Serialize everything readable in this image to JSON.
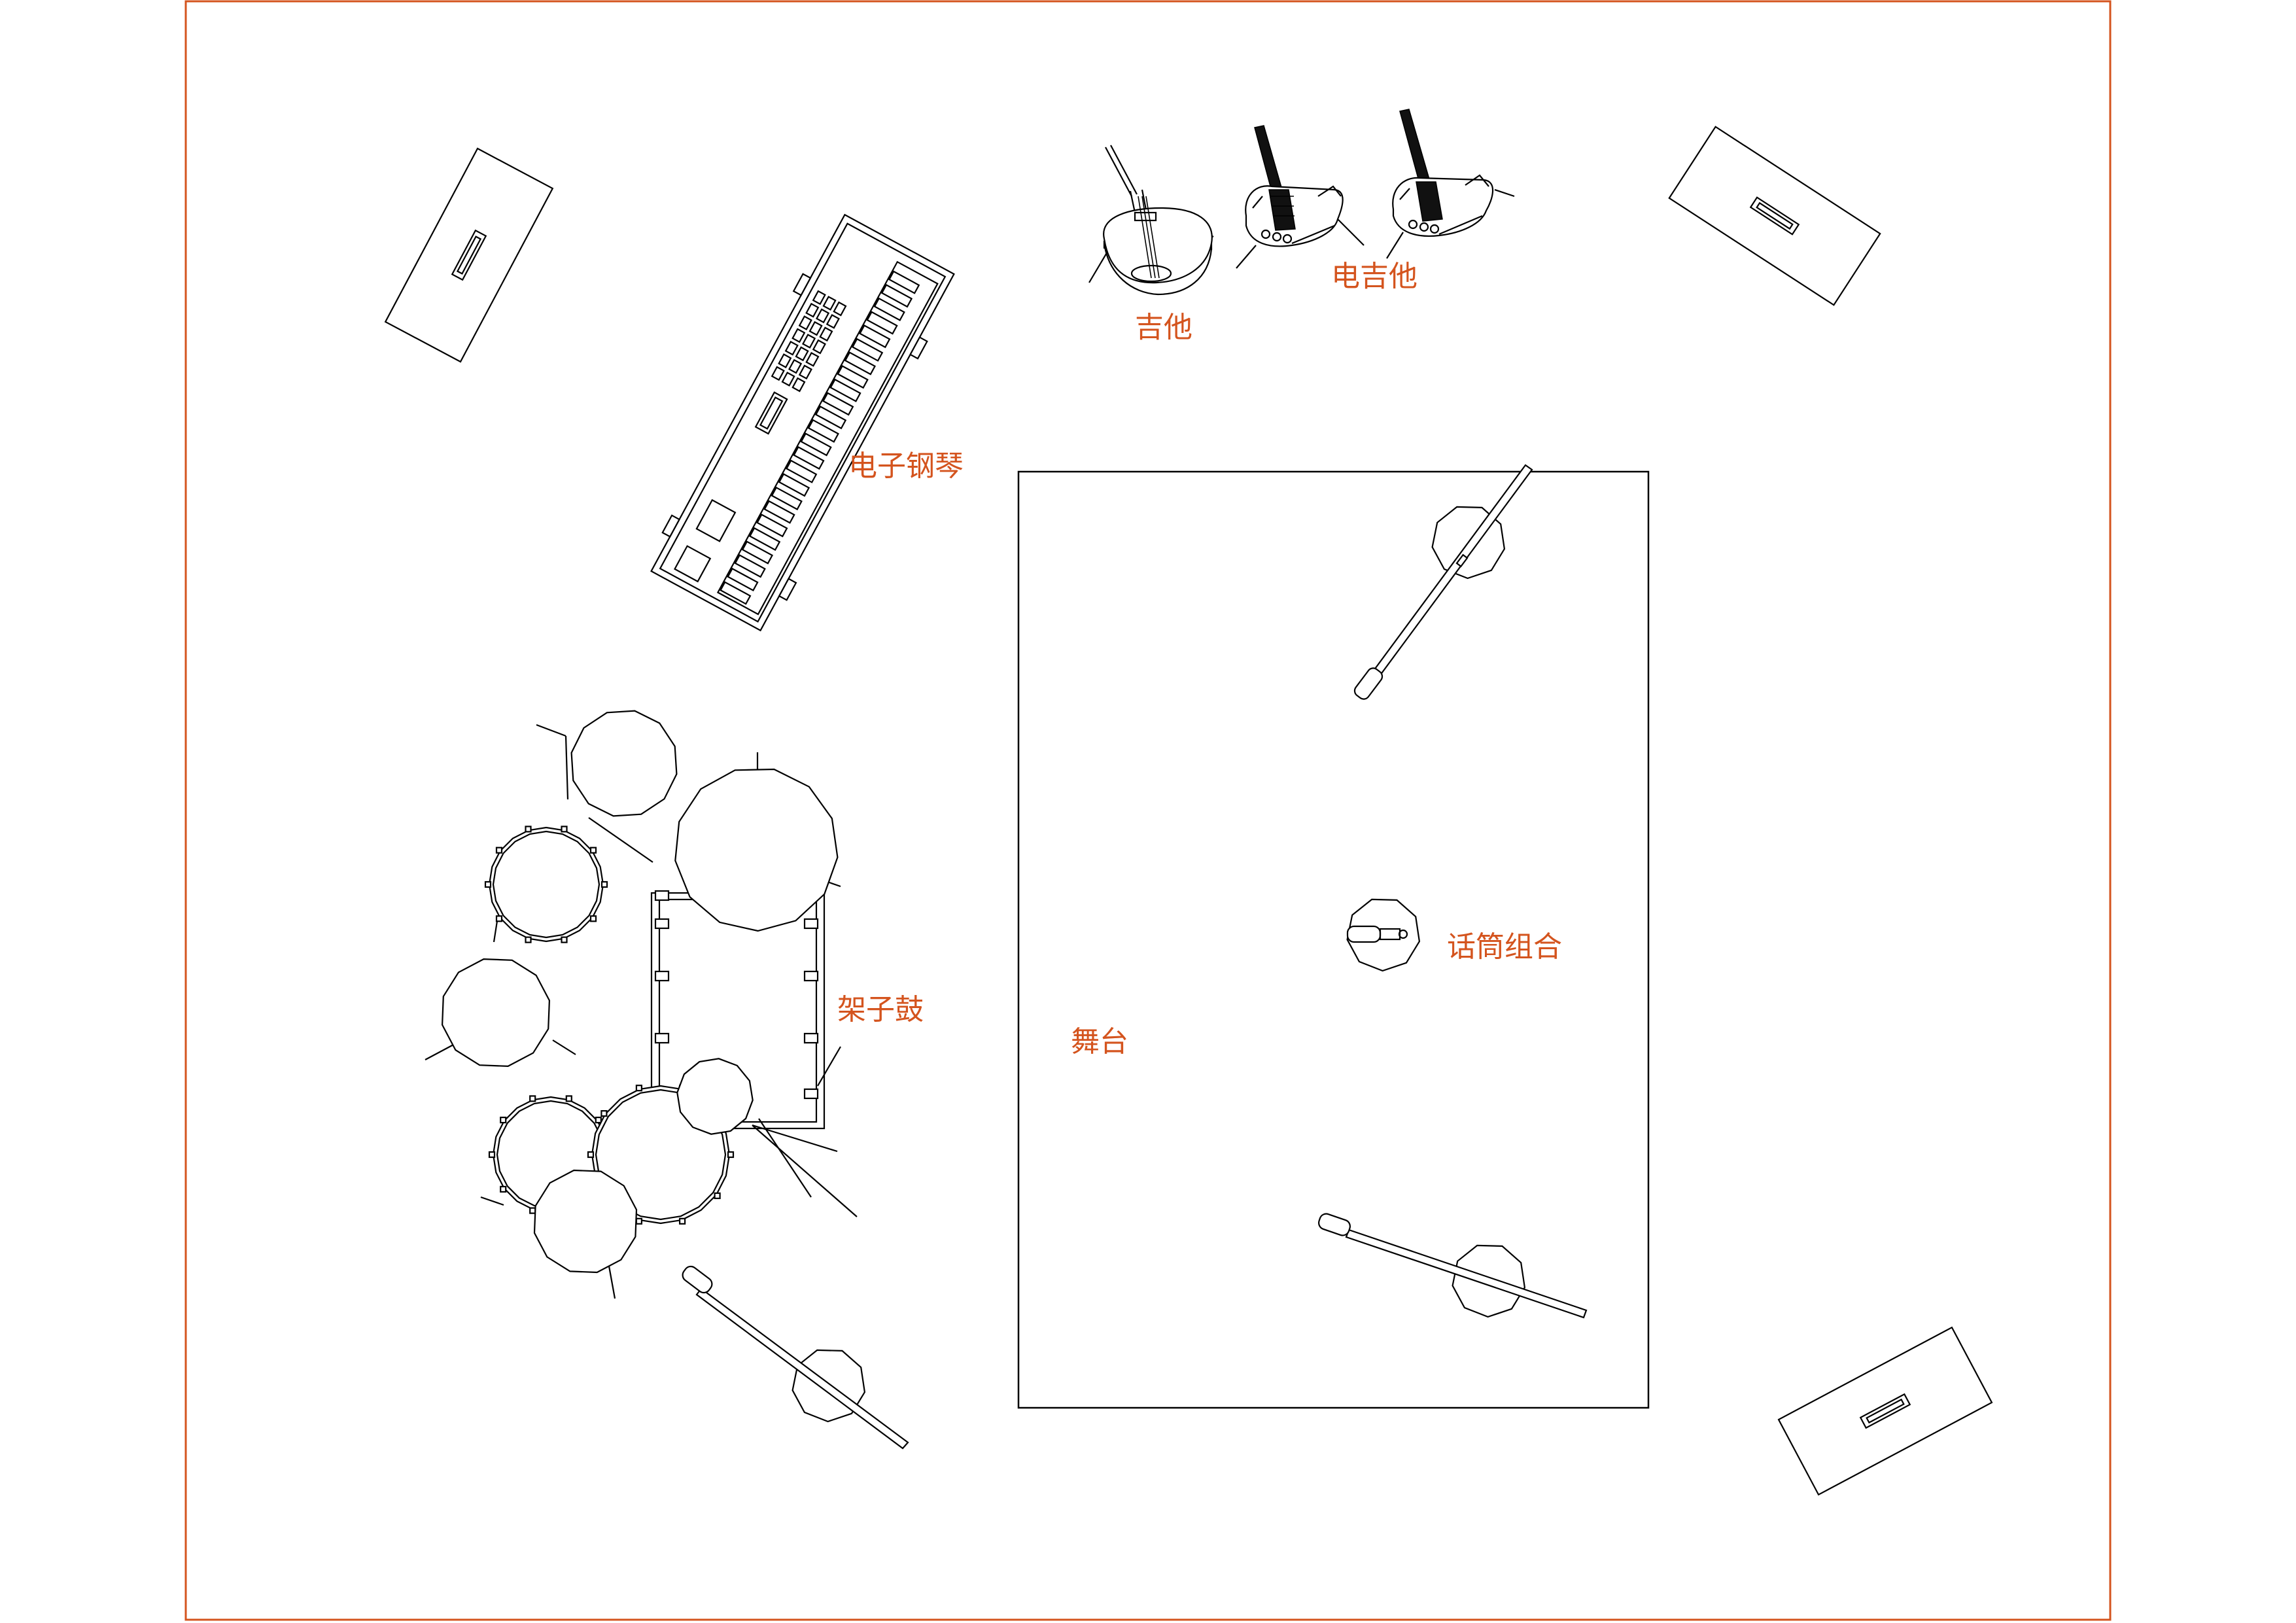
{
  "labels": {
    "acoustic_guitar": "吉他",
    "electric_guitar": "电吉他",
    "keyboard": "电子钢琴",
    "drum_kit": "架子鼓",
    "mic_set": "话筒组合",
    "stage": "舞台"
  },
  "colors": {
    "border": "#d4541e",
    "label": "#d4541e",
    "line": "#000000",
    "background": "#ffffff"
  }
}
